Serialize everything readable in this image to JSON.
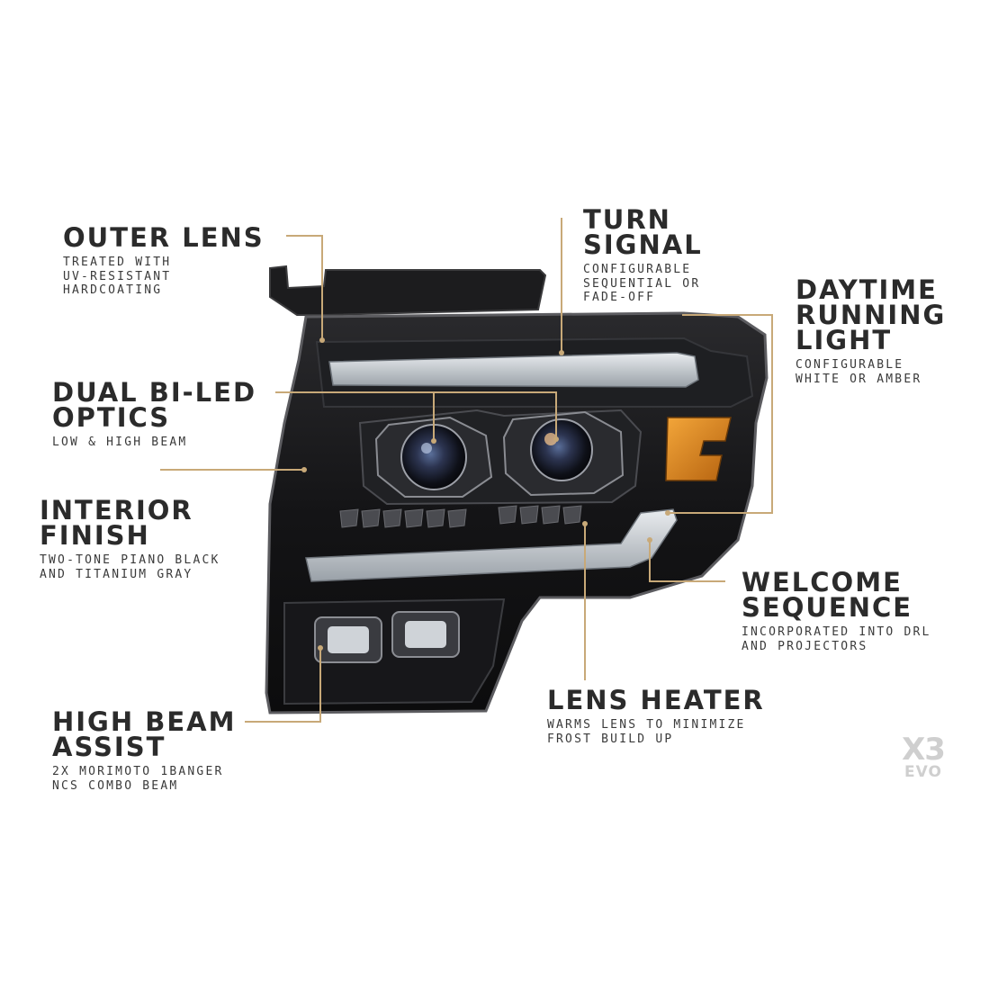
{
  "callouts": {
    "outer_lens": {
      "title": "OUTER LENS",
      "desc": "TREATED WITH\nUV-RESISTANT\nHARDCOATING"
    },
    "turn_signal": {
      "title": "TURN\nSIGNAL",
      "desc": "CONFIGURABLE\nSEQUENTIAL OR\nFADE-OFF"
    },
    "daytime_running_light": {
      "title": "DAYTIME\nRUNNING\nLIGHT",
      "desc": "CONFIGURABLE\nWHITE OR AMBER"
    },
    "dual_bi_led_optics": {
      "title": "DUAL BI-LED\nOPTICS",
      "desc": "LOW & HIGH BEAM"
    },
    "interior_finish": {
      "title": "INTERIOR\nFINISH",
      "desc": "TWO-TONE PIANO BLACK\nAND TITANIUM GRAY"
    },
    "welcome_sequence": {
      "title": "WELCOME\nSEQUENCE",
      "desc": "INCORPORATED INTO DRL\nAND PROJECTORS"
    },
    "lens_heater": {
      "title": "LENS HEATER",
      "desc": "WARMS LENS TO MINIMIZE\nFROST BUILD UP"
    },
    "high_beam_assist": {
      "title": "HIGH BEAM\nASSIST",
      "desc": "2x MORIMOTO 1BANGER\nNCS COMBO BEAM"
    }
  },
  "badge": {
    "line1": "X3",
    "line2": "EVO"
  },
  "colors": {
    "leader_line": "#c8a978",
    "housing": "#1a1a1c",
    "amber": "#e08a1e",
    "background": "#ffffff"
  },
  "icons": [
    "headlight-image",
    "x3-evo-logo"
  ]
}
